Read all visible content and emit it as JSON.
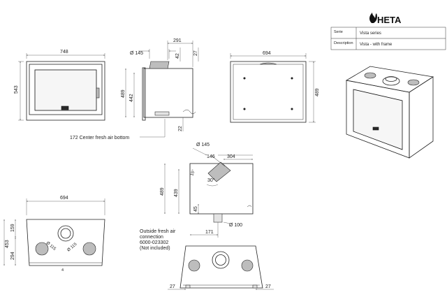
{
  "brand": {
    "name": "HETA"
  },
  "title_block": {
    "serie_label": "Serie",
    "serie_value": "Vista series",
    "description_label": "Description",
    "description_value": "Vista - with frame"
  },
  "front_view": {
    "width": "748",
    "height": "543"
  },
  "side_view": {
    "pipe_diameter": "Ø 145",
    "depth": "291",
    "top_offset": "42",
    "frame_offset": "27",
    "height_total": "489",
    "height_inner": "442",
    "bottom_offset": "22",
    "fresh_air_note": "172 Center fresh air bottom"
  },
  "back_view": {
    "width": "694",
    "height": "489"
  },
  "section_view": {
    "pipe_diameter": "Ø 145",
    "depth": "304",
    "pipe_offset": "146",
    "angle": "30°",
    "height_total": "489",
    "height_inner": "439",
    "outlet_height": "45",
    "small_angle": "15°",
    "air_diameter": "Ø 100",
    "air_offset": "171",
    "note": [
      "Outside fresh air",
      "connection",
      "6000-023302",
      "(Not included)"
    ]
  },
  "plan_view": {
    "width": "694",
    "height_total": "453",
    "front_depth": "159",
    "rear_depth": "294",
    "hole_left": "Ø 115",
    "hole_right": "Ø 115"
  },
  "bottom_view": {
    "left_offset": "27",
    "right_offset": "27"
  }
}
